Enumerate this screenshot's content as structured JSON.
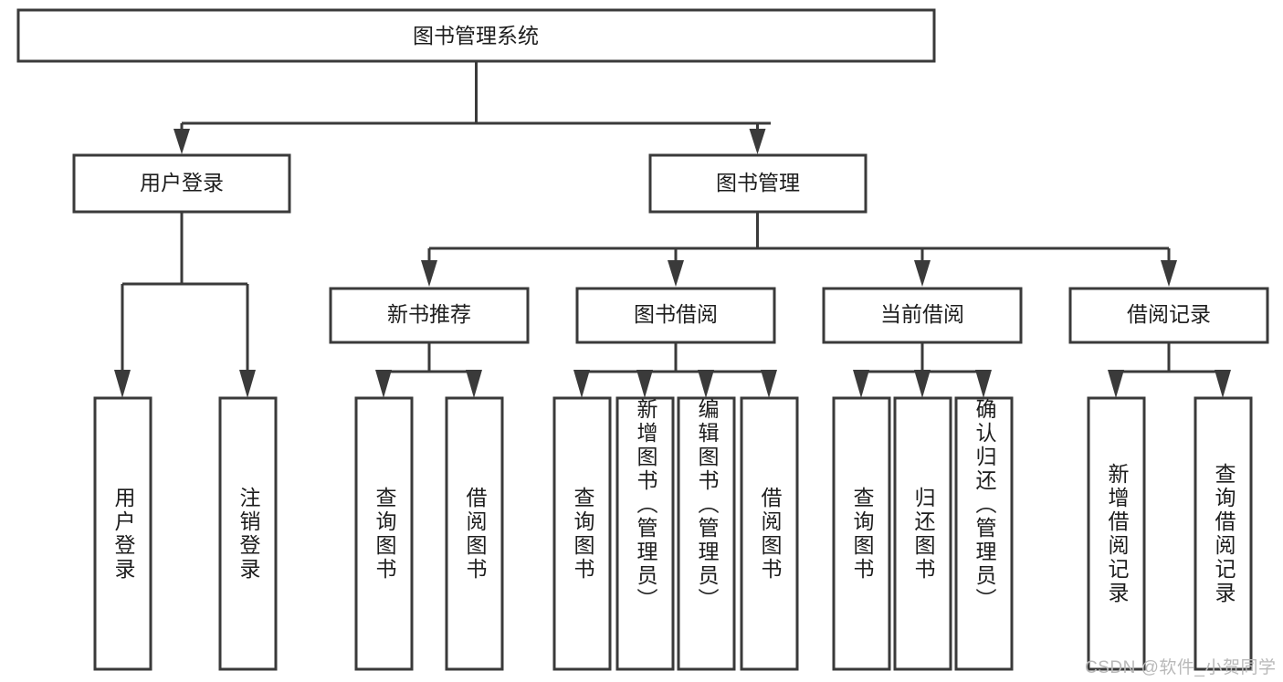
{
  "diagram": {
    "type": "tree-hierarchy-chart",
    "title": "图书管理系统",
    "watermark": "CSDN @软件_小贺同学",
    "colors": {
      "box_stroke": "#3a3a3a",
      "box_fill": "#ffffff",
      "text": "#1d1d1d",
      "connector": "#3a3a3a",
      "watermark": "#b9b9b9",
      "background": "#ffffff"
    },
    "levels": {
      "level1": [
        {
          "id": "root",
          "label": "图书管理系统"
        }
      ],
      "level2": [
        {
          "id": "user-login",
          "label": "用户登录",
          "parent": "root"
        },
        {
          "id": "book-management",
          "label": "图书管理",
          "parent": "root"
        }
      ],
      "level3": [
        {
          "id": "new-book-recommend",
          "label": "新书推荐",
          "parent": "book-management"
        },
        {
          "id": "book-borrow",
          "label": "图书借阅",
          "parent": "book-management"
        },
        {
          "id": "current-borrow",
          "label": "当前借阅",
          "parent": "book-management"
        },
        {
          "id": "borrow-record",
          "label": "借阅记录",
          "parent": "book-management"
        }
      ],
      "leaves": [
        {
          "id": "leaf-user-login",
          "label": "用户登录",
          "parent": "user-login"
        },
        {
          "id": "leaf-user-logout",
          "label": "注销登录",
          "parent": "user-login"
        },
        {
          "id": "leaf-query-book-1",
          "label": "查询图书",
          "parent": "new-book-recommend"
        },
        {
          "id": "leaf-borrow-book-1",
          "label": "借阅图书",
          "parent": "new-book-recommend"
        },
        {
          "id": "leaf-query-book-2",
          "label": "查询图书",
          "parent": "book-borrow"
        },
        {
          "id": "leaf-add-book",
          "label": "新增图书（管理员）",
          "parent": "book-borrow"
        },
        {
          "id": "leaf-edit-book",
          "label": "编辑图书（管理员）",
          "parent": "book-borrow"
        },
        {
          "id": "leaf-borrow-book-2",
          "label": "借阅图书",
          "parent": "book-borrow"
        },
        {
          "id": "leaf-query-book-3",
          "label": "查询图书",
          "parent": "current-borrow"
        },
        {
          "id": "leaf-return-book",
          "label": "归还图书",
          "parent": "current-borrow"
        },
        {
          "id": "leaf-confirm-return",
          "label": "确认归还（管理员）",
          "parent": "current-borrow"
        },
        {
          "id": "leaf-add-record",
          "label": "新增借阅记录",
          "parent": "borrow-record"
        },
        {
          "id": "leaf-query-record",
          "label": "查询借阅记录",
          "parent": "borrow-record"
        }
      ]
    }
  }
}
